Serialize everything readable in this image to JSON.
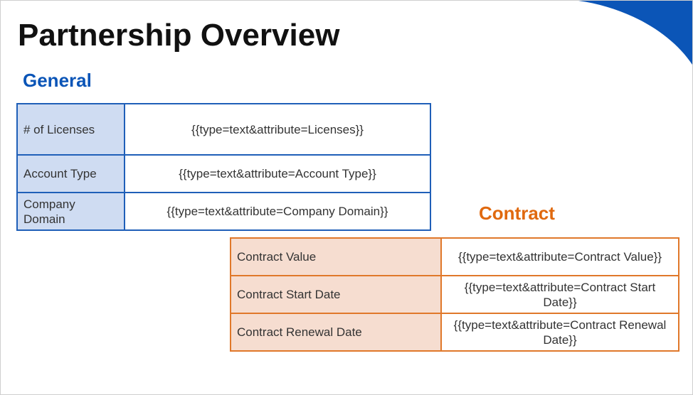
{
  "title": "Partnership Overview",
  "colors": {
    "general_accent": "#0b55b7",
    "general_border": "#1f5fb8",
    "general_label_bg": "#cfdcf2",
    "contract_accent": "#e0690f",
    "contract_border": "#e0782a",
    "contract_label_bg": "#f6ddd0",
    "corner_shape": "#0b55b7"
  },
  "general": {
    "heading": "General",
    "rows": [
      {
        "label": "# of Licenses",
        "value": "{{type=text&attribute=Licenses}}"
      },
      {
        "label": "Account Type",
        "value": "{{type=text&attribute=Account Type}}"
      },
      {
        "label": "Company Domain",
        "value": "{{type=text&attribute=Company Domain}}"
      }
    ]
  },
  "contract": {
    "heading": "Contract",
    "rows": [
      {
        "label": "Contract Value",
        "value": "{{type=text&attribute=Contract Value}}"
      },
      {
        "label": "Contract Start Date",
        "value": "{{type=text&attribute=Contract Start Date}}"
      },
      {
        "label": "Contract Renewal Date",
        "value": "{{type=text&attribute=Contract Renewal Date}}"
      }
    ]
  }
}
